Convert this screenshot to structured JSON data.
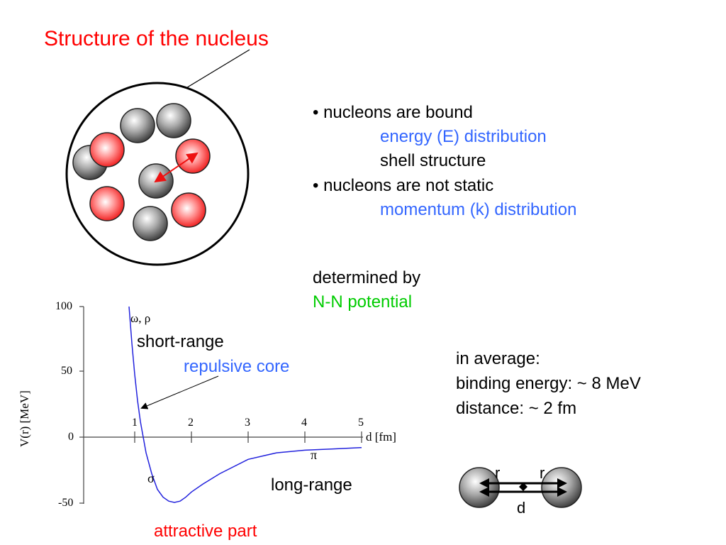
{
  "slide": {
    "title": "Structure of the nucleus",
    "bullets": [
      {
        "text": "• nucleons are bound",
        "color": "#000000"
      },
      {
        "text": "energy (E) distribution",
        "color": "#3366ff"
      },
      {
        "text": "shell structure",
        "color": "#000000"
      },
      {
        "text": "• nucleons are not static",
        "color": "#000000"
      },
      {
        "text": "momentum (k) distribution",
        "color": "#3366ff"
      }
    ],
    "determined_by": "determined by",
    "nn_potential": "N-N potential",
    "average_lines": [
      "in average:",
      "binding energy: ~ 8 MeV",
      "distance: ~ 2 fm"
    ],
    "pair_labels": {
      "r_left": "r",
      "r_right": "r",
      "d": "d"
    }
  },
  "potential_plot": {
    "ylabel": "V(r) [MeV]",
    "xlabel": "d [fm]",
    "y_ticks": [
      "100",
      "50",
      "0",
      "-50"
    ],
    "x_ticks": [
      "1",
      "2",
      "3",
      "4",
      "5"
    ],
    "annotations": {
      "omega_rho": "ω, ρ",
      "short_range": "short-range",
      "repulsive_core": "repulsive core",
      "pi": "π",
      "long_range": "long-range",
      "sigma": "σ",
      "attractive_part": "attractive part"
    }
  },
  "chart_data": {
    "type": "line",
    "title": "",
    "xlabel": "d [fm]",
    "ylabel": "V(r) [MeV]",
    "xlim": [
      0,
      5.2
    ],
    "ylim": [
      -50,
      100
    ],
    "series": [
      {
        "x": [
          0.9,
          0.95,
          1.0,
          1.05,
          1.1,
          1.15,
          1.2,
          1.3,
          1.4,
          1.5,
          1.6,
          1.7,
          1.8,
          1.9,
          2.0,
          2.2,
          2.5,
          3.0,
          3.5,
          4.0,
          4.5,
          5.0
        ],
        "values": [
          100,
          72,
          48,
          28,
          12,
          0,
          -12,
          -28,
          -40,
          -46,
          -49,
          -50,
          -49,
          -46,
          -42,
          -36,
          -28,
          -17,
          -12,
          -10,
          -9,
          -8
        ],
        "color": "#2222dd"
      }
    ],
    "colors": {
      "curve": "#2222dd",
      "proton": "#ee1111",
      "neutron": "#777777"
    }
  }
}
